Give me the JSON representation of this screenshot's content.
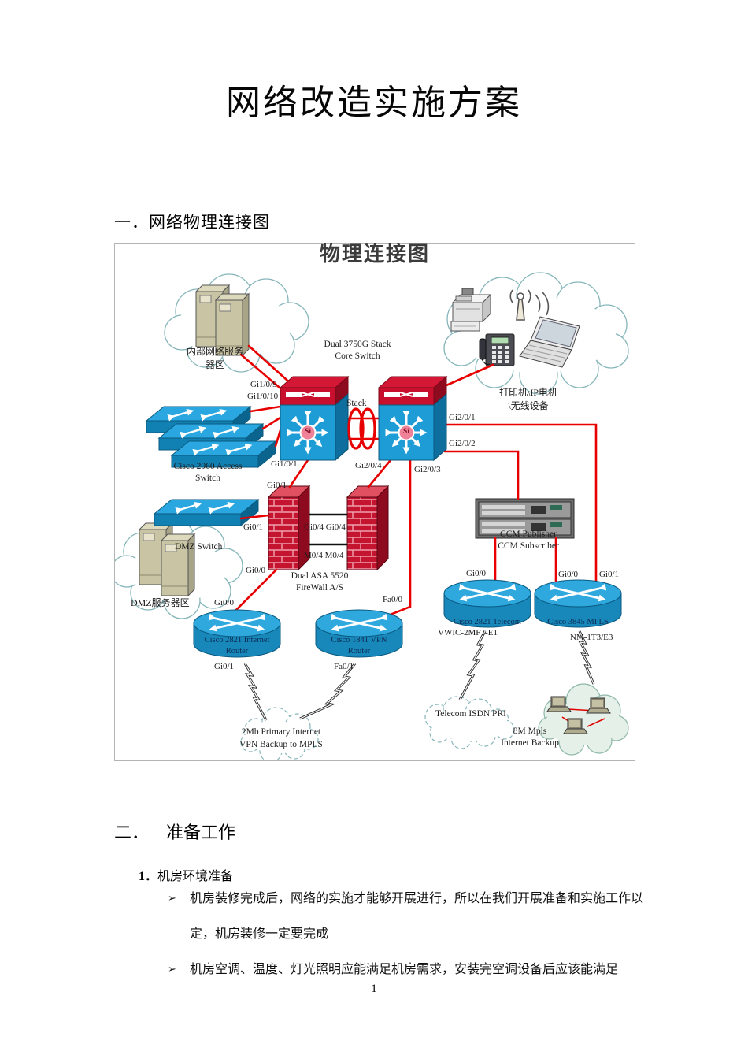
{
  "doc": {
    "title": "网络改造实施方案",
    "section1_heading": "一．网络物理连接图",
    "section2_num": "二．",
    "section2_title": "准备工作",
    "item1_num": "1．",
    "item1_title": "机房环境准备",
    "bullet_marker": "➢",
    "bullets": [
      "机房装修完成后，网络的实施才能够开展进行，所以在我们开展准备和实施工作以定，机房装修一定要完成",
      "机房空调、温度、灯光照明应能满足机房需求，安装完空调设备后应该能满足"
    ],
    "page_number": "1"
  },
  "diagram": {
    "title": "物理连接图",
    "devices": {
      "internal_servers_line1": "内部网络服务",
      "internal_servers_line2": "器区",
      "core_switch_line1": "Dual 3750G Stack",
      "core_switch_line2": "Core Switch",
      "edge_devices_line1": "打印机\\IP电机",
      "edge_devices_line2": "\\无线设备",
      "access_switch_line1": "Cisco 2960 Access",
      "access_switch_line2": "Switch",
      "dmz_switch": "DMZ Switch",
      "dmz_servers": "DMZ服务器区",
      "firewall_line1": "Dual ASA 5520",
      "firewall_line2": "FireWall A/S",
      "ccm_line1": "CCM Publisher",
      "ccm_line2": "CCM Subscriber",
      "internet_router_line1": "Cisco 2821 Internet",
      "internet_router_line2": "Router",
      "vpn_router_line1": "Cisco 1841 VPN",
      "vpn_router_line2": "Router",
      "telecom_router": "Cisco 2821 Telecom",
      "mpls_router": "Cisco 3845 MPLS",
      "vwic_module": "VWIC-2MFT-E1",
      "nm_module": "NM-1T3/E3",
      "cloud_internet_line1": "2Mb Primary Internet",
      "cloud_internet_line2": "VPN Backup to MPLS",
      "cloud_isdn": "Telecom ISDN PRI",
      "cloud_mpls_line1": "8M Mpls",
      "cloud_mpls_line2": "Internet Backup",
      "si_badge": "Si",
      "stack_link": "Stack"
    },
    "ports": {
      "gi1_0_9": "Gi1/0/9",
      "gi1_0_10": "Gi1/0/10",
      "gi1_0_1": "Gi1/0/1",
      "gi2_0_1": "Gi2/0/1",
      "gi2_0_2": "Gi2/0/2",
      "gi2_0_3": "Gi2/0/3",
      "gi2_0_4": "Gi2/0/4",
      "fw_gi0_1_top": "Gi0/1",
      "fw_gi0_1_left": "Gi0/1",
      "fw_gi0_4": "Gi0/4 Gi0/4",
      "fw_m0_4": "M0/4 M0/4",
      "fw_gi0_0": "Gi0/0",
      "telecom_gi0_0": "Gi0/0",
      "mpls_gi0_0": "Gi0/0",
      "mpls_gi0_1": "Gi0/1",
      "internet_gi0_0": "Gi0/0",
      "internet_gi0_1": "Gi0/1",
      "vpn_fa0_0": "Fa0/0",
      "vpn_fa0_1": "Fa0/1"
    },
    "colors": {
      "connection_line": "#e80000",
      "switch_blue": "#1e9cd6",
      "switch_red": "#c8102e",
      "firewall_brick": "#c41430"
    }
  }
}
